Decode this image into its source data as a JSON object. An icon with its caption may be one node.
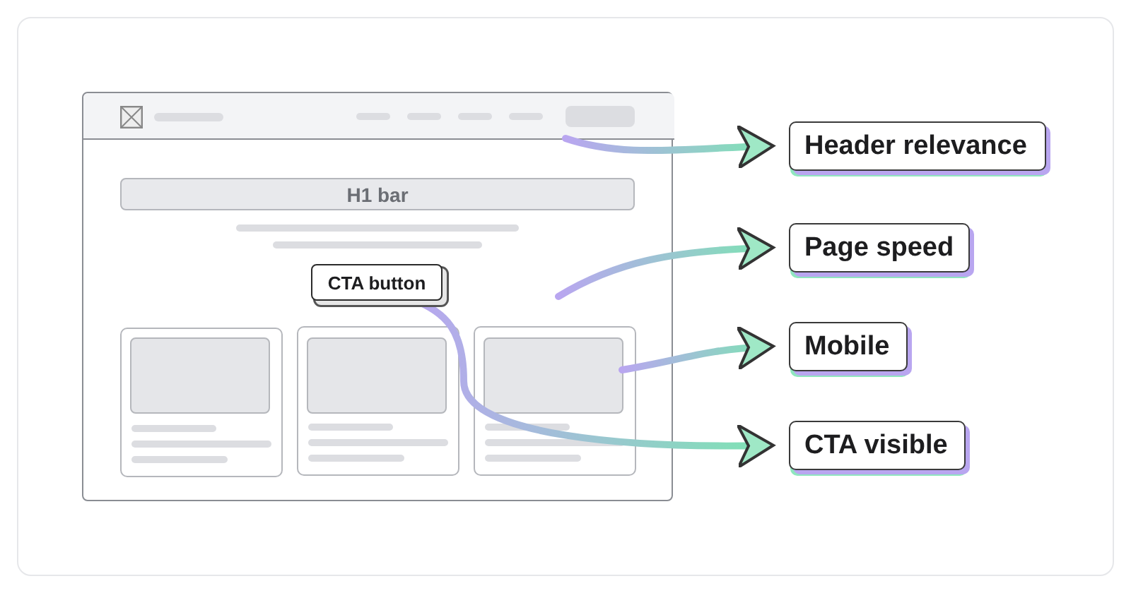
{
  "diagram": {
    "nodes": [
      {
        "text": [],
        "shape": "box"
      },
      {
        "text": [],
        "shape": "bar",
        "in": 0
      },
      {
        "text": [
          "H1 bar"
        ],
        "in": 0
      },
      {
        "text": [
          "CTA button"
        ],
        "in": 0
      },
      {
        "text": [],
        "shape": "box",
        "in": 0
      },
      {
        "text": [],
        "shape": "box",
        "in": 0
      },
      {
        "text": [],
        "shape": "box",
        "in": 0
      },
      {
        "text": [
          "Header relevance"
        ]
      },
      {
        "text": [
          "Page speed"
        ]
      },
      {
        "text": [
          "Mobile"
        ]
      },
      {
        "text": [
          "CTA visible"
        ]
      }
    ],
    "edges": [
      {
        "from": 1,
        "to": 7,
        "arrow": "to"
      },
      {
        "from": null,
        "to": 8,
        "arrow": "to"
      },
      {
        "from": 6,
        "to": 9,
        "arrow": "to"
      },
      {
        "from": 3,
        "to": 10,
        "arrow": "to"
      }
    ]
  }
}
